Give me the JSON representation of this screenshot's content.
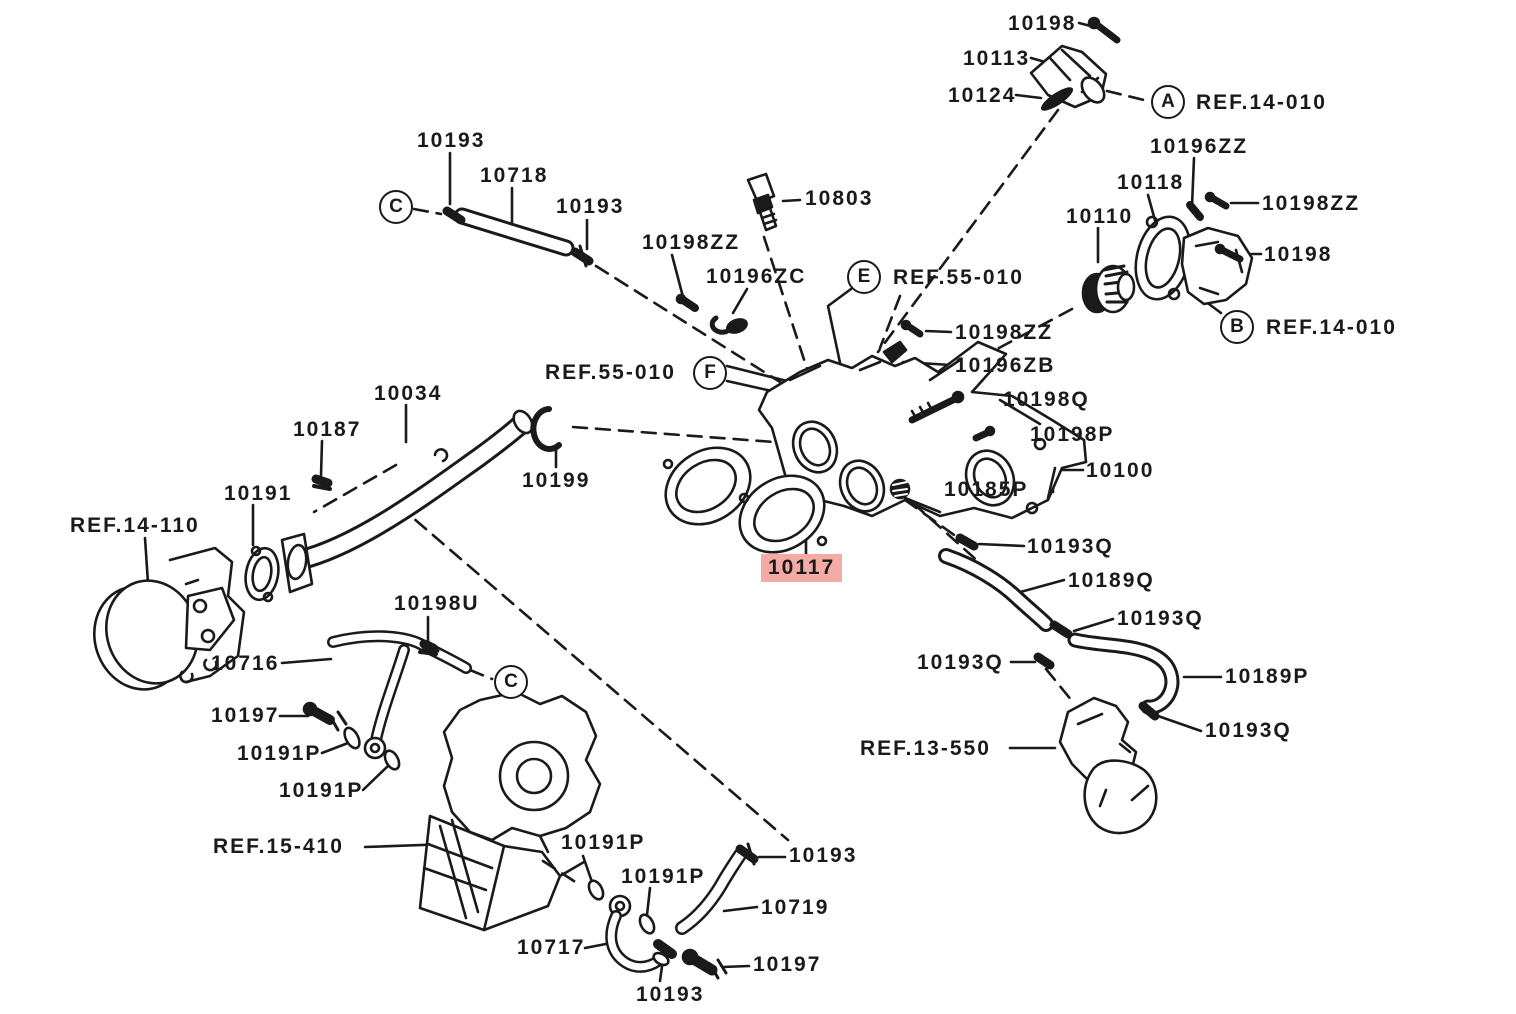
{
  "diagram": {
    "type": "exploded-parts-diagram",
    "highlight": {
      "part": "10117",
      "color": "#f4aba6"
    },
    "line_color": "#1a1a1a",
    "background": "#ffffff",
    "callouts": [
      {
        "letter": "A"
      },
      {
        "letter": "B"
      },
      {
        "letter": "C"
      },
      {
        "letter": "E"
      },
      {
        "letter": "F"
      },
      {
        "letter": "C"
      }
    ],
    "labels": [
      {
        "text": "10198"
      },
      {
        "text": "10113"
      },
      {
        "text": "10124"
      },
      {
        "text": "REF.14-010"
      },
      {
        "text": "10196ZZ"
      },
      {
        "text": "10118"
      },
      {
        "text": "10110"
      },
      {
        "text": "10198ZZ"
      },
      {
        "text": "10198"
      },
      {
        "text": "REF.14-010"
      },
      {
        "text": "10193"
      },
      {
        "text": "10718"
      },
      {
        "text": "10193"
      },
      {
        "text": "10198ZZ"
      },
      {
        "text": "10196ZC"
      },
      {
        "text": "10803"
      },
      {
        "text": "REF.55-010"
      },
      {
        "text": "10198ZZ"
      },
      {
        "text": "10196ZB"
      },
      {
        "text": "REF.55-010"
      },
      {
        "text": "10034"
      },
      {
        "text": "10187"
      },
      {
        "text": "10191"
      },
      {
        "text": "REF.14-110"
      },
      {
        "text": "10199"
      },
      {
        "text": "10198Q"
      },
      {
        "text": "10198P"
      },
      {
        "text": "10100"
      },
      {
        "text": "10185P"
      },
      {
        "text": "10117"
      },
      {
        "text": "10193Q"
      },
      {
        "text": "10189Q"
      },
      {
        "text": "10193Q"
      },
      {
        "text": "10193Q"
      },
      {
        "text": "10189P"
      },
      {
        "text": "10193Q"
      },
      {
        "text": "REF.13-550"
      },
      {
        "text": "10198U"
      },
      {
        "text": "10716"
      },
      {
        "text": "10197"
      },
      {
        "text": "10191P"
      },
      {
        "text": "10191P"
      },
      {
        "text": "REF.15-410"
      },
      {
        "text": "10191P"
      },
      {
        "text": "10191P"
      },
      {
        "text": "10193"
      },
      {
        "text": "10719"
      },
      {
        "text": "10717"
      },
      {
        "text": "10197"
      },
      {
        "text": "10193"
      }
    ]
  }
}
